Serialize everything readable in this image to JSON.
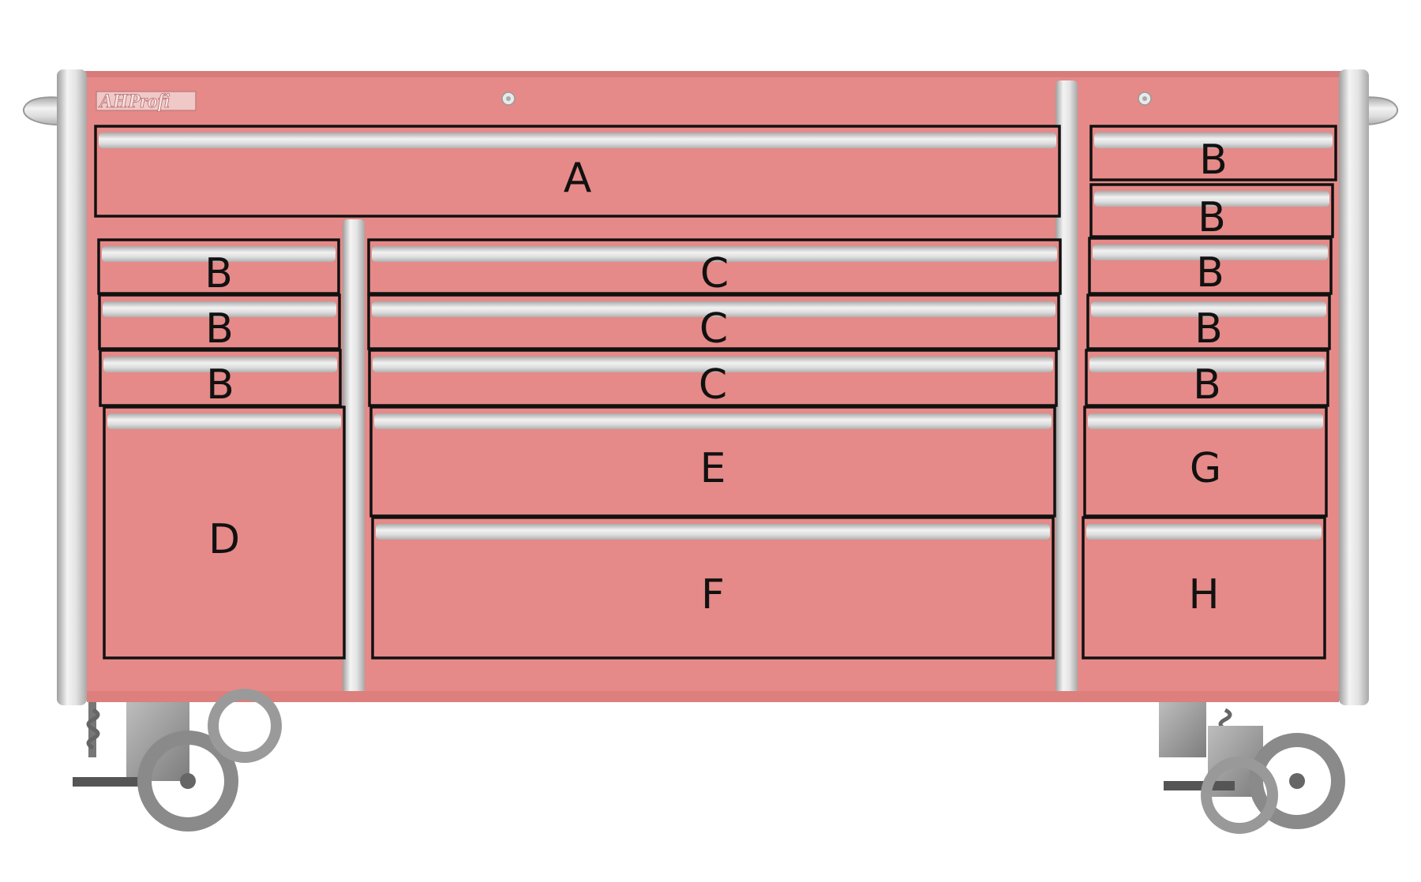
{
  "brand": {
    "logo_text": "AHProfi"
  },
  "colors": {
    "cabinet_red": "#e58a88",
    "chrome_light": "#eeeeee",
    "chrome_dark": "#b3b3b3",
    "drawer_outline": "#111111",
    "caster_gray": "#9a9a9a"
  },
  "drawers": [
    {
      "id": "top-wide",
      "label": "A"
    },
    {
      "id": "right-1",
      "label": "B"
    },
    {
      "id": "right-2",
      "label": "B"
    },
    {
      "id": "right-3",
      "label": "B"
    },
    {
      "id": "right-4",
      "label": "B"
    },
    {
      "id": "right-5",
      "label": "B"
    },
    {
      "id": "left-1",
      "label": "B"
    },
    {
      "id": "left-2",
      "label": "B"
    },
    {
      "id": "left-3",
      "label": "B"
    },
    {
      "id": "center-1",
      "label": "C"
    },
    {
      "id": "center-2",
      "label": "C"
    },
    {
      "id": "center-3",
      "label": "C"
    },
    {
      "id": "left-tall",
      "label": "D"
    },
    {
      "id": "center-deep",
      "label": "E"
    },
    {
      "id": "center-deepest",
      "label": "F"
    },
    {
      "id": "right-deep",
      "label": "G"
    },
    {
      "id": "right-deepest",
      "label": "H"
    }
  ]
}
